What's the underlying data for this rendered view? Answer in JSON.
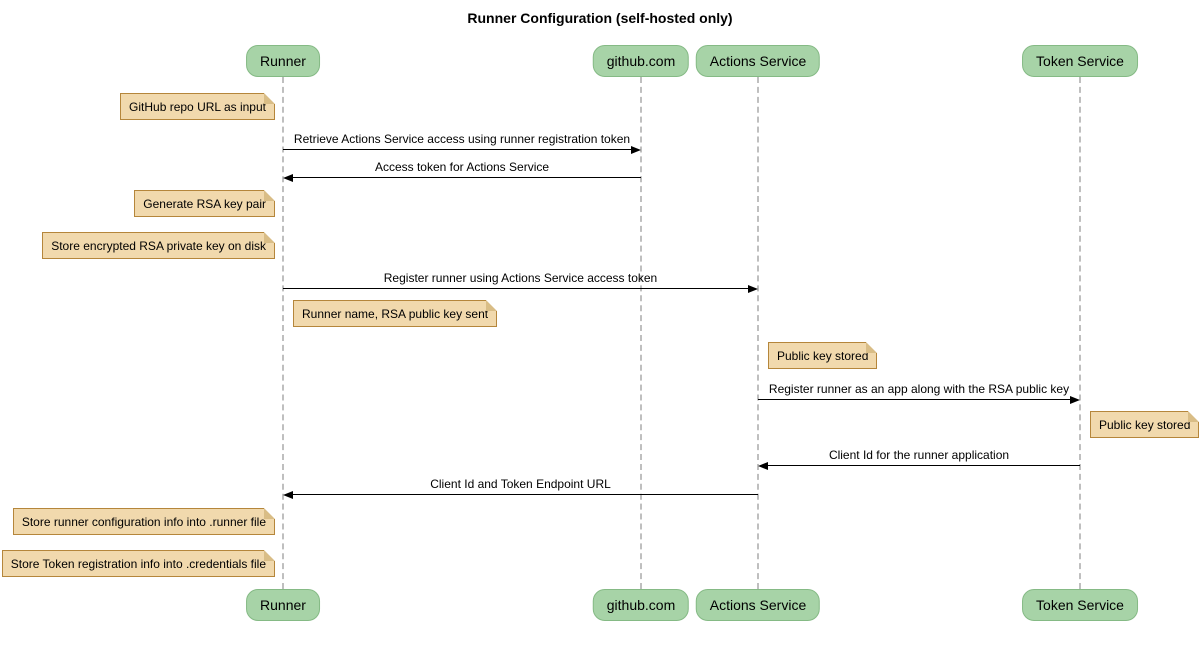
{
  "title": "Runner Configuration (self-hosted only)",
  "participants": [
    {
      "name": "Runner"
    },
    {
      "name": "github.com"
    },
    {
      "name": "Actions Service"
    },
    {
      "name": "Token Service"
    }
  ],
  "messages": [
    {
      "from": "Runner",
      "to": "github.com",
      "text": "Retrieve Actions Service access using runner registration token"
    },
    {
      "from": "github.com",
      "to": "Runner",
      "text": "Access token for Actions Service"
    },
    {
      "from": "Runner",
      "to": "Actions Service",
      "text": "Register runner using Actions Service access token"
    },
    {
      "from": "Actions Service",
      "to": "Token Service",
      "text": "Register runner as an app along with the RSA public key"
    },
    {
      "from": "Token Service",
      "to": "Actions Service",
      "text": "Client Id for the runner application"
    },
    {
      "from": "Actions Service",
      "to": "Runner",
      "text": "Client Id and Token Endpoint URL"
    }
  ],
  "notes": [
    {
      "participant": "Runner",
      "side": "left",
      "text": "GitHub repo URL as input"
    },
    {
      "participant": "Runner",
      "side": "left",
      "text": "Generate RSA key pair"
    },
    {
      "participant": "Runner",
      "side": "left",
      "text": "Store encrypted RSA private key on disk"
    },
    {
      "participant": "Runner",
      "side": "right",
      "text": "Runner name, RSA public key sent"
    },
    {
      "participant": "Actions Service",
      "side": "right",
      "text": "Public key stored"
    },
    {
      "participant": "Token Service",
      "side": "right",
      "text": "Public key stored"
    },
    {
      "participant": "Runner",
      "side": "left",
      "text": "Store runner configuration info into .runner file"
    },
    {
      "participant": "Runner",
      "side": "left",
      "text": "Store Token registration info into .credentials file"
    }
  ],
  "colors": {
    "participant_fill": "#A7D3A7",
    "participant_border": "#85BA85",
    "note_fill": "#F1D9AD",
    "note_border": "#B5863B",
    "note_fold": "#D9BD86",
    "lifeline": "#BFBFBF",
    "arrow": "#000000"
  }
}
